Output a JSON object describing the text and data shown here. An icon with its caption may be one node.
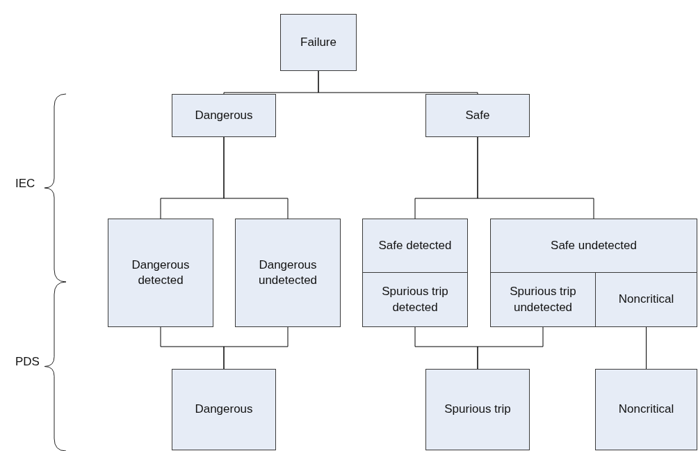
{
  "diagram": {
    "nodes": [
      {
        "text": [
          "Failure"
        ]
      },
      {
        "text": [
          "Dangerous"
        ]
      },
      {
        "text": [
          "Safe"
        ]
      },
      {
        "text": [
          "Dangerous detected"
        ]
      },
      {
        "text": [
          "Dangerous undetected"
        ]
      },
      {
        "text": [
          "Safe detected"
        ]
      },
      {
        "text": [
          "Spurious trip detected"
        ]
      },
      {
        "text": [
          "Safe undetected"
        ]
      },
      {
        "text": [
          "Spurious trip undetected"
        ]
      },
      {
        "text": [
          "Noncritical"
        ]
      },
      {
        "text": [
          "Dangerous"
        ]
      },
      {
        "text": [
          "Spurious trip"
        ]
      },
      {
        "text": [
          "Noncritical"
        ]
      }
    ],
    "edges": [
      {
        "from": 0,
        "to": 1,
        "arrow": "none"
      },
      {
        "from": 0,
        "to": 2,
        "arrow": "none"
      },
      {
        "from": 1,
        "to": 3,
        "arrow": "none"
      },
      {
        "from": 1,
        "to": 4,
        "arrow": "none"
      },
      {
        "from": 2,
        "to": 5,
        "arrow": "none"
      },
      {
        "from": 2,
        "to": 7,
        "arrow": "none"
      },
      {
        "from": 3,
        "to": 10,
        "arrow": "none"
      },
      {
        "from": 4,
        "to": 10,
        "arrow": "none"
      },
      {
        "from": 6,
        "to": 11,
        "arrow": "none"
      },
      {
        "from": 8,
        "to": 11,
        "arrow": "none"
      },
      {
        "from": 9,
        "to": 12,
        "arrow": "none"
      }
    ],
    "labels": [
      "IEC",
      "PDS"
    ]
  }
}
